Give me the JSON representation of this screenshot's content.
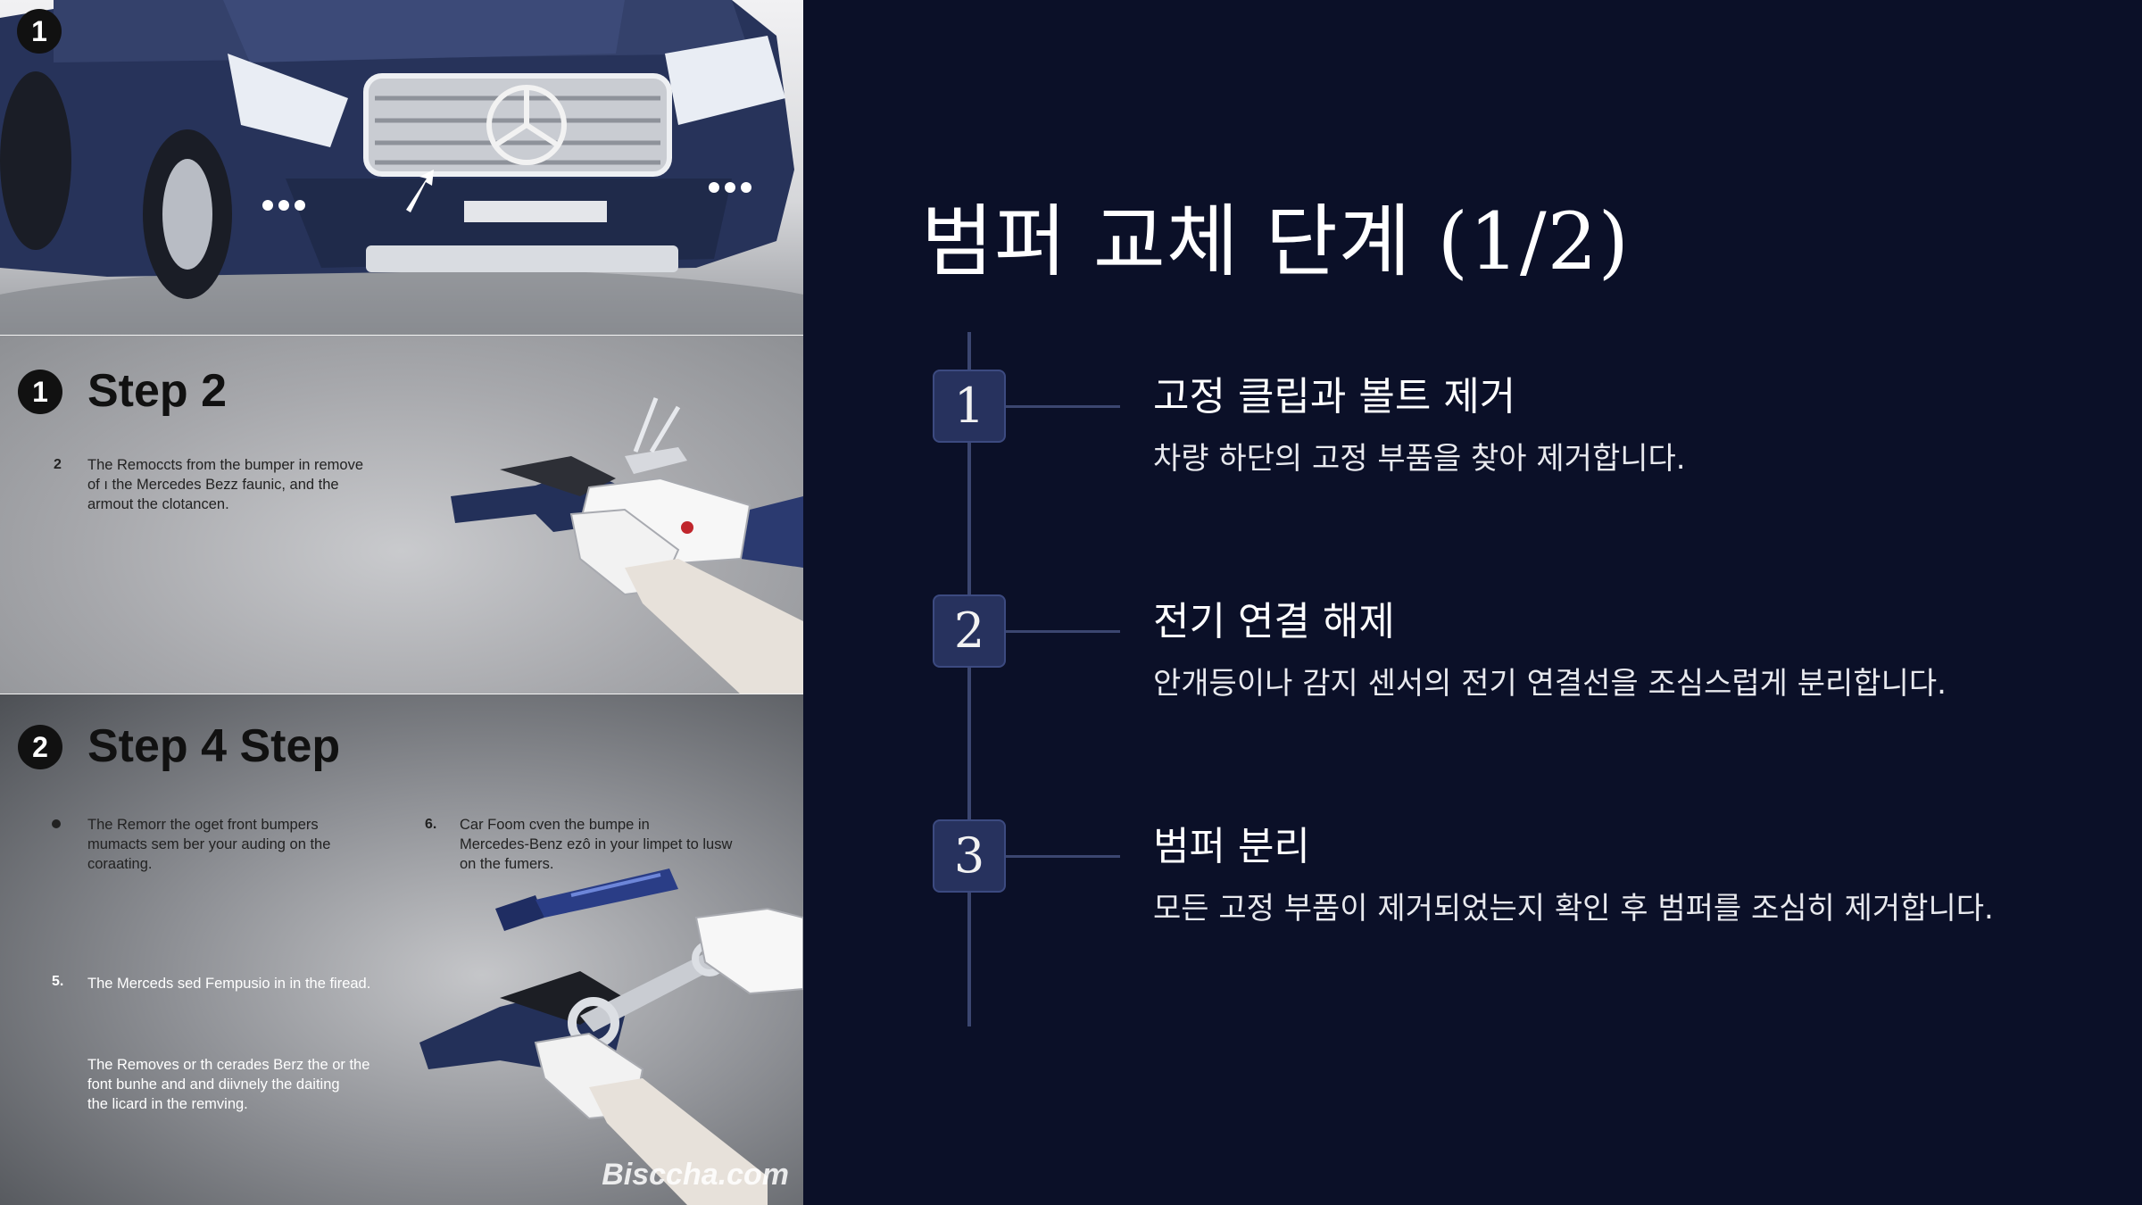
{
  "illustration": {
    "panel1": {
      "badge": "1"
    },
    "panel2": {
      "badge": "1",
      "title": "Step 2",
      "caption_bullet": "2",
      "caption": "The Remoccts from the bumper in remove\nof ı the Mercedes Bezz faunic, and the\narmout the clotancen."
    },
    "panel3": {
      "badge": "2",
      "title": "Step 4 Step",
      "caption1": "The Remorr the oget front bumpers\nmumacts sem ber your auding on the\ncoraating.",
      "bullet2": "6.",
      "caption2": "Car Foom cven the bumpe in\nMercedes-Benz ezô in your limpet to lusw\non the fumers.",
      "bullet3": "5.",
      "caption3": "The Merceds sed Fempusio in in the firead.",
      "caption4": "The Removes or th cerades Berz the or the\nfont bunhe and and diivnely the daiting\nthe licard in the remving.",
      "watermark": "Bisccha.com"
    }
  },
  "slide": {
    "title": "범퍼 교체 단계 (1/2)",
    "steps": [
      {
        "number": "1",
        "heading": "고정 클립과 볼트 제거",
        "description": "차량 하단의 고정 부품을 찾아 제거합니다."
      },
      {
        "number": "2",
        "heading": "전기 연결 해제",
        "description": "안개등이나 감지 센서의 전기 연결선을 조심스럽게 분리합니다."
      },
      {
        "number": "3",
        "heading": "범퍼 분리",
        "description": "모든 고정 부품이 제거되었는지 확인 후 범퍼를 조심히 제거합니다."
      }
    ]
  },
  "colors": {
    "background": "#0b1028",
    "step_box": "#27325e",
    "timeline": "#3b4670",
    "text": "#ffffff"
  }
}
